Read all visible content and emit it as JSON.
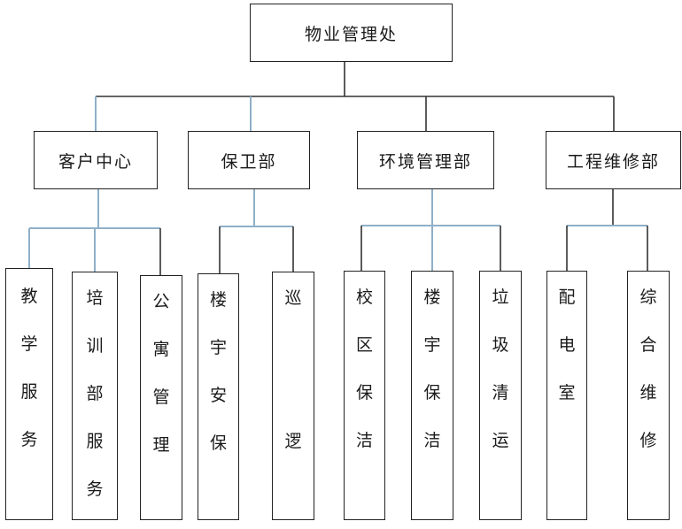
{
  "colors": {
    "box_border": "#222222",
    "connector_dark": "#333333",
    "connector_blue": "#8fb0c8"
  },
  "root": {
    "label": "物业管理处"
  },
  "departments": [
    {
      "label": "客户中心",
      "children": [
        {
          "label": "教学服务"
        },
        {
          "label": "培训部服务"
        },
        {
          "label": "公寓管理"
        }
      ]
    },
    {
      "label": "保卫部",
      "children": [
        {
          "label": "楼宇安保"
        },
        {
          "label": "巡逻"
        }
      ]
    },
    {
      "label": "环境管理部",
      "children": [
        {
          "label": "校区保洁"
        },
        {
          "label": "楼宇保洁"
        },
        {
          "label": "垃圾清运"
        }
      ]
    },
    {
      "label": "工程维修部",
      "children": [
        {
          "label": "配电室"
        },
        {
          "label": "综合维修"
        }
      ]
    }
  ]
}
